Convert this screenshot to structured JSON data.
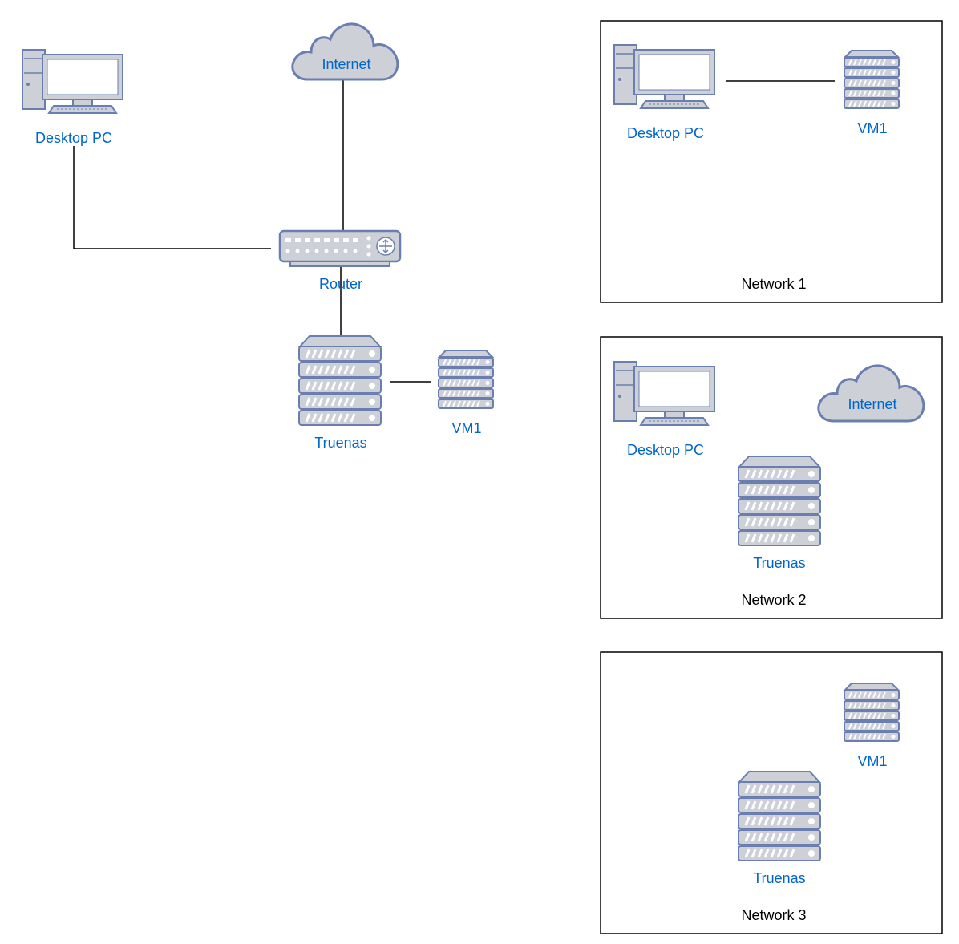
{
  "colors": {
    "label": "#0066cc",
    "icon_fill": "#cdd0d6",
    "icon_stroke": "#6a7fb0",
    "line": "#000000"
  },
  "main": {
    "desktop_label": "Desktop PC",
    "internet_label": "Internet",
    "router_label": "Router",
    "truenas_label": "Truenas",
    "vm1_label": "VM1"
  },
  "networks": [
    {
      "title": "Network 1",
      "desktop_label": "Desktop PC",
      "vm1_label": "VM1"
    },
    {
      "title": "Network 2",
      "desktop_label": "Desktop PC",
      "internet_label": "Internet",
      "truenas_label": "Truenas"
    },
    {
      "title": "Network 3",
      "vm1_label": "VM1",
      "truenas_label": "Truenas"
    }
  ]
}
